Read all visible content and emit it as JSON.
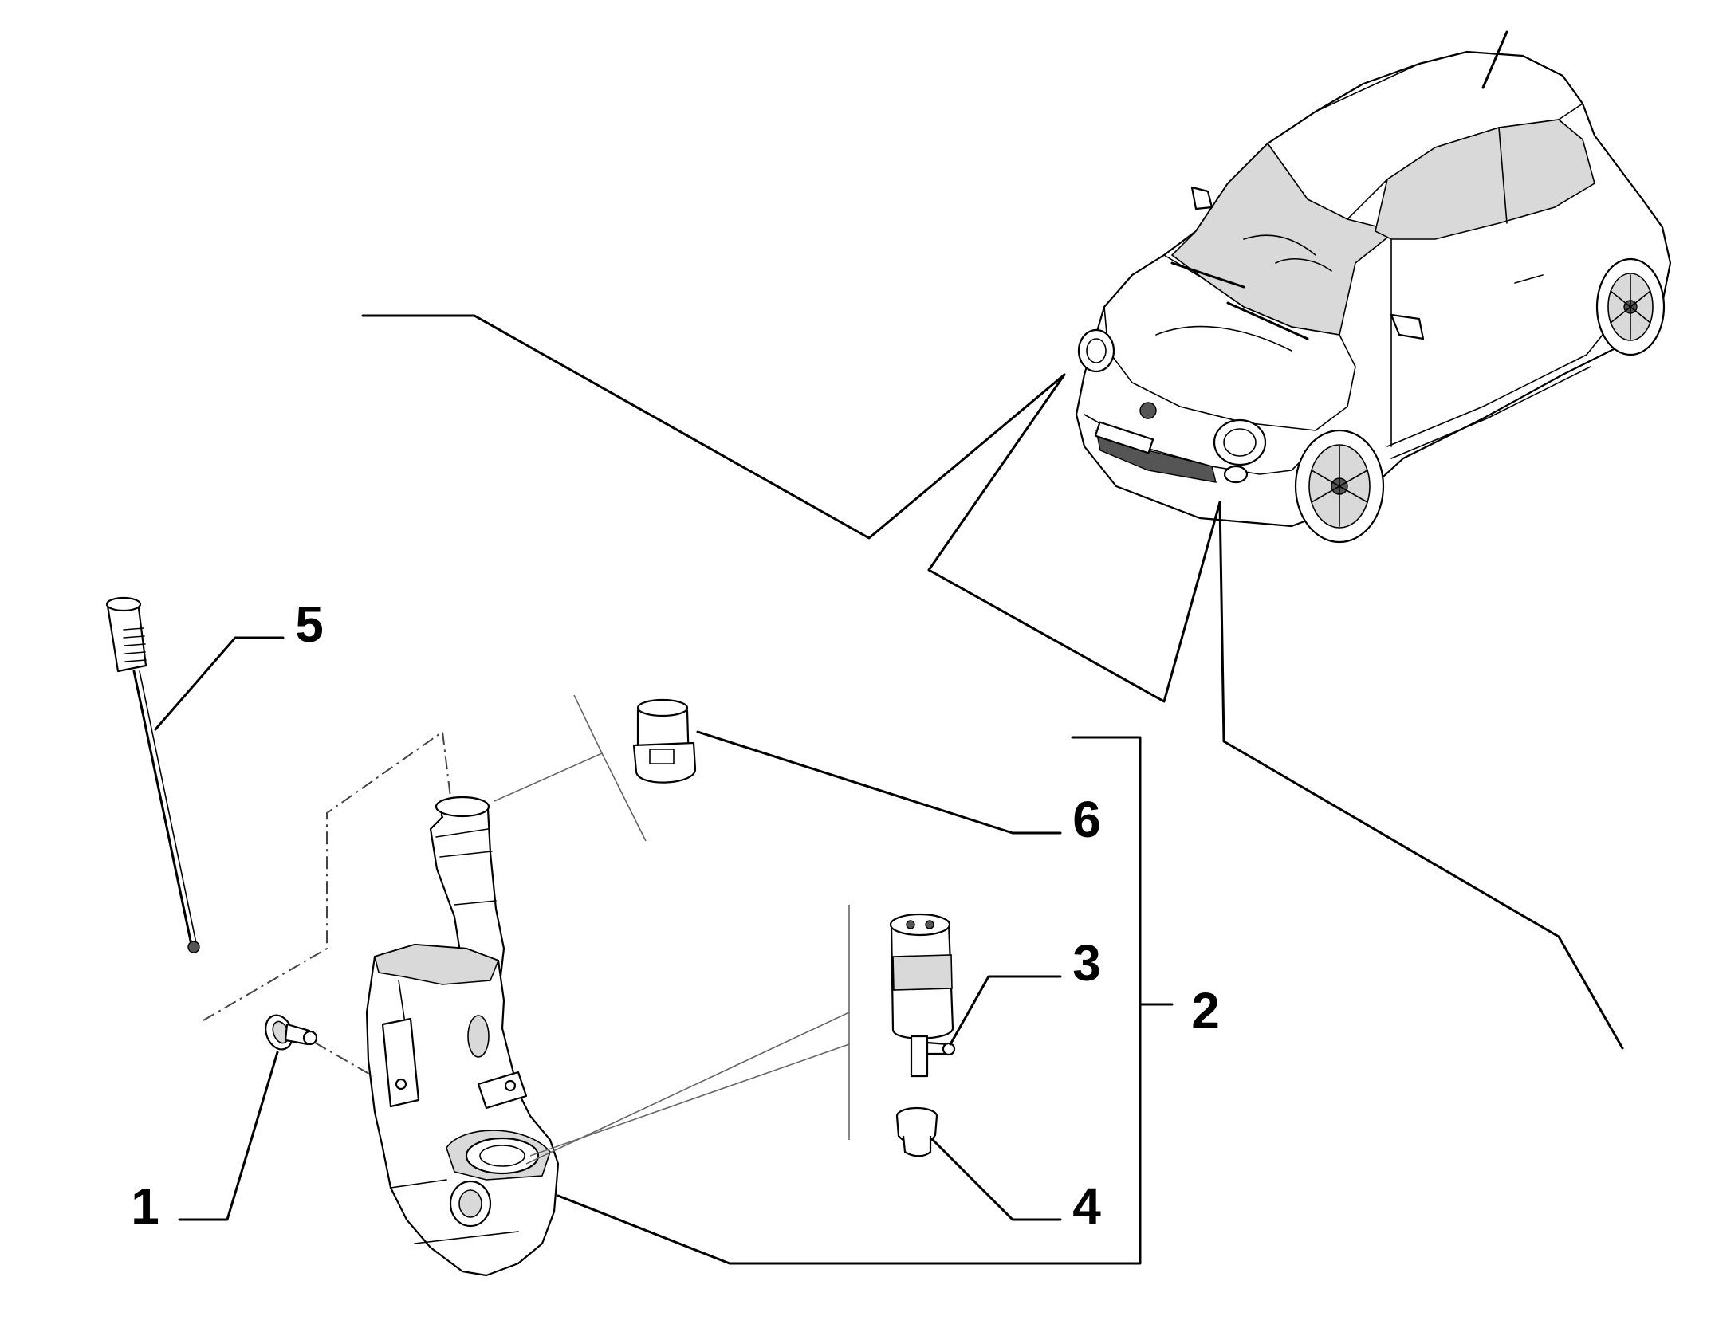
{
  "callouts": [
    {
      "label": "1",
      "part": "plug"
    },
    {
      "label": "2",
      "part": "washer-reservoir-assembly"
    },
    {
      "label": "3",
      "part": "washer-pump"
    },
    {
      "label": "4",
      "part": "pump-grommet"
    },
    {
      "label": "5",
      "part": "level-dipstick"
    },
    {
      "label": "6",
      "part": "filler-cap"
    }
  ]
}
